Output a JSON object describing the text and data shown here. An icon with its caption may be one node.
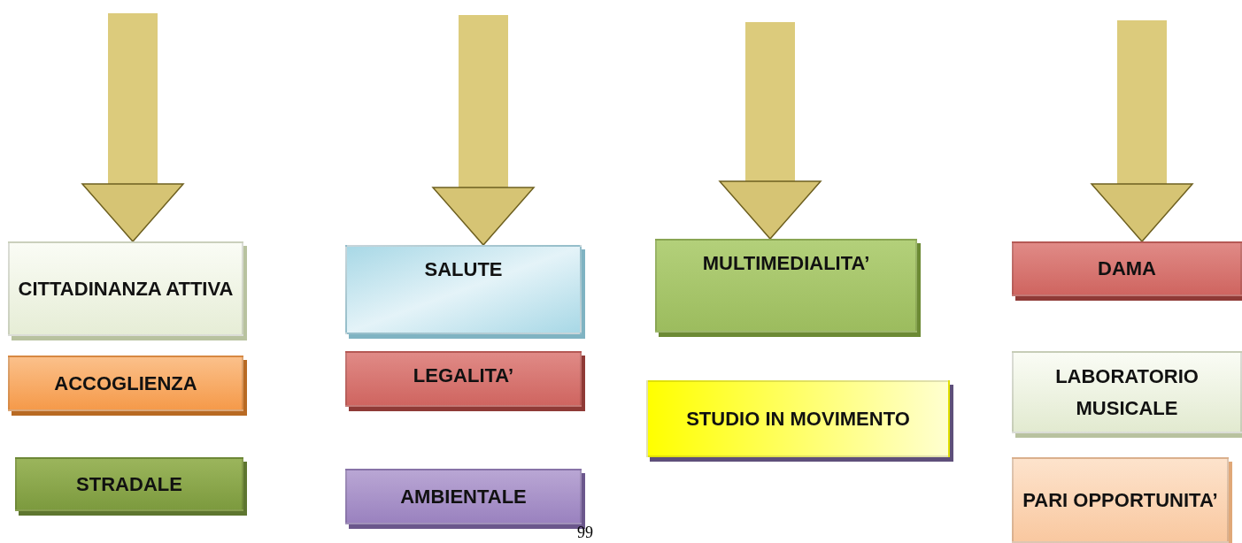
{
  "diagram": {
    "nodes": [
      {
        "text": [
          "CITTADINANZA ATTIVA"
        ]
      },
      {
        "text": [
          "ACCOGLIENZA"
        ]
      },
      {
        "text": [
          "STRADALE"
        ]
      },
      {
        "text": [
          "SALUTE"
        ]
      },
      {
        "text": [
          "LEGALITA’"
        ]
      },
      {
        "text": [
          "AMBIENTALE"
        ]
      },
      {
        "text": [
          "MULTIMEDIALITA’"
        ]
      },
      {
        "text": [
          "STUDIO IN MOVIMENTO"
        ]
      },
      {
        "text": [
          "DAMA"
        ]
      },
      {
        "text": [
          "LABORATORIO MUSICALE"
        ]
      },
      {
        "text": [
          "PARI OPPORTUNITA’"
        ]
      }
    ],
    "edges": [
      {
        "from": null,
        "to": 0,
        "arrow": "to"
      },
      {
        "from": null,
        "to": 3,
        "arrow": "to"
      },
      {
        "from": null,
        "to": 6,
        "arrow": "to"
      },
      {
        "from": null,
        "to": 8,
        "arrow": "to"
      }
    ],
    "labels": [
      "99"
    ]
  }
}
